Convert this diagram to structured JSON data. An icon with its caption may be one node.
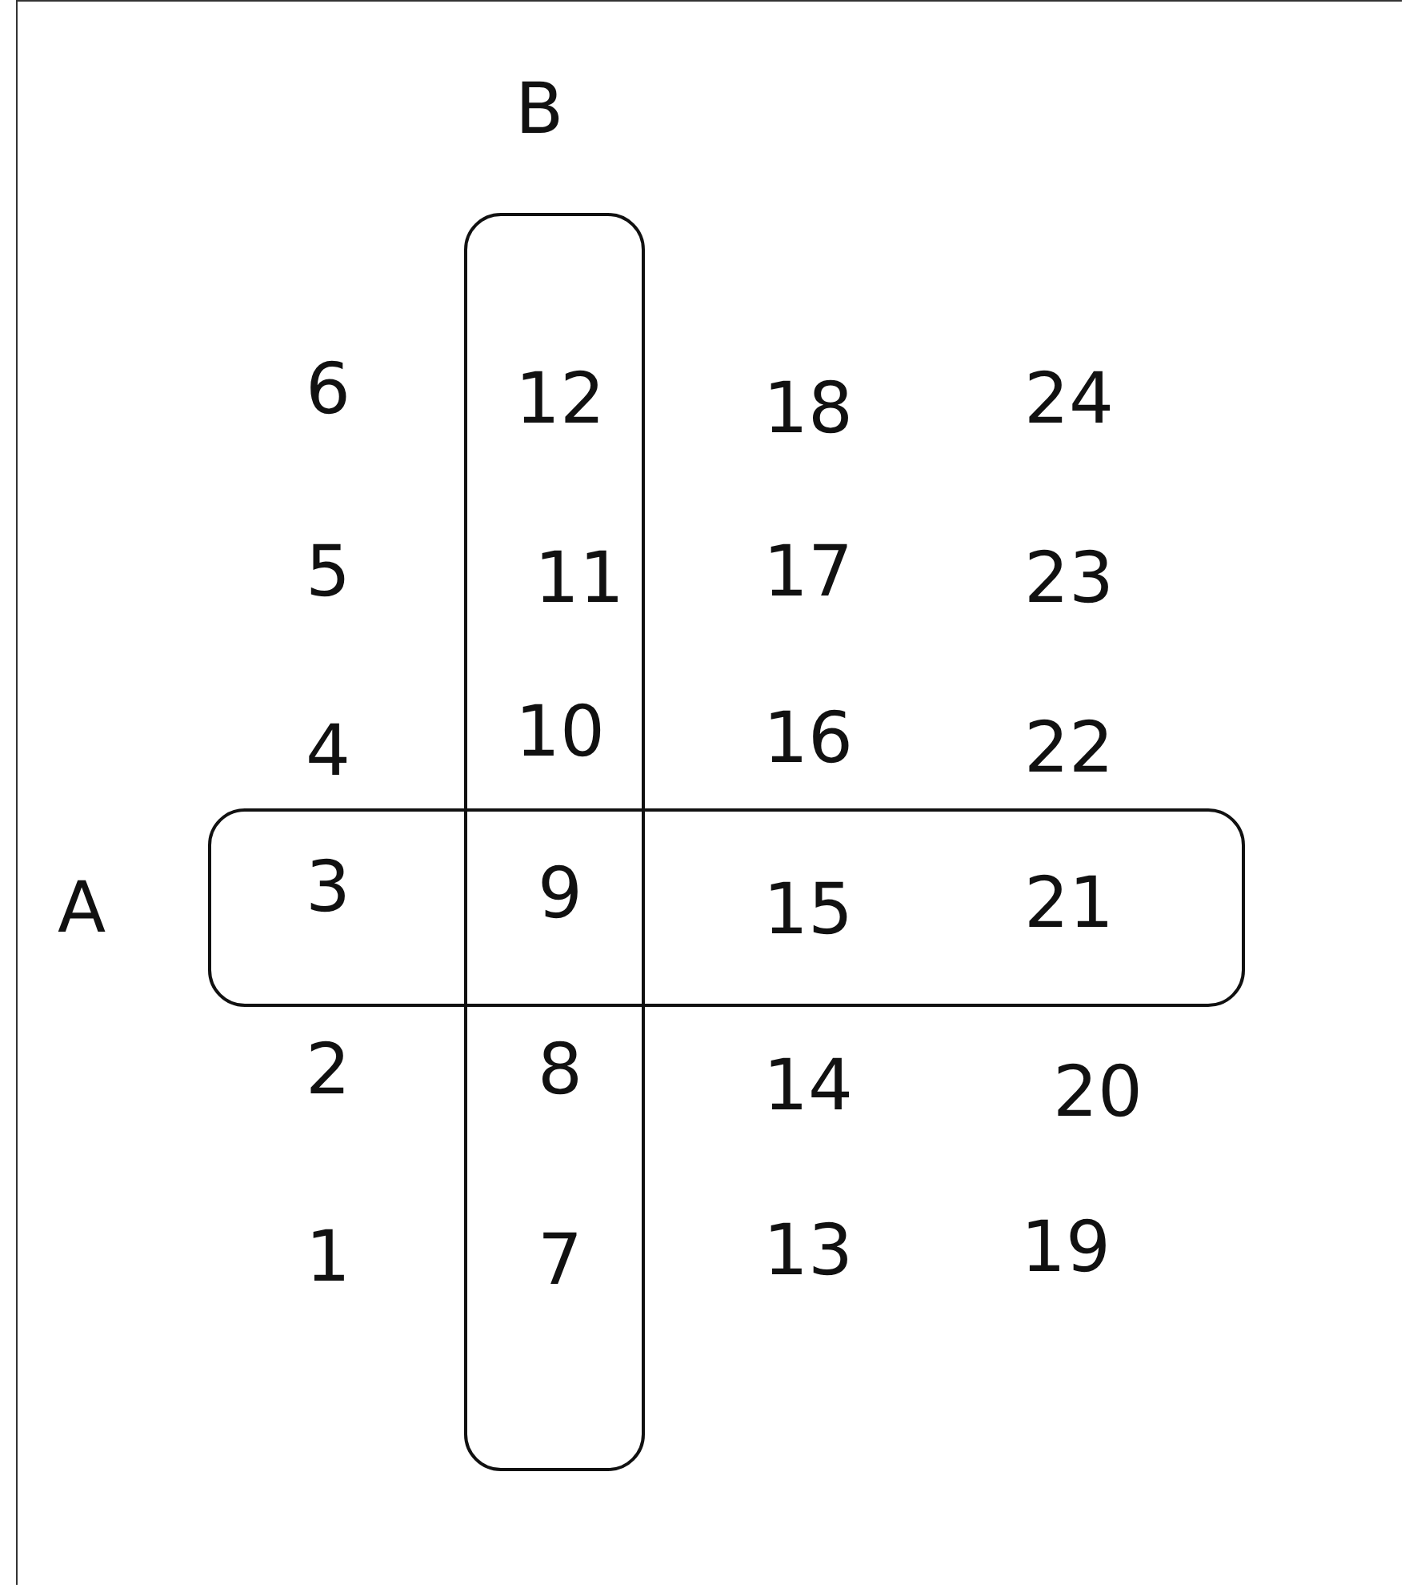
{
  "diagram": {
    "nodes": [
      {
        "text": [
          "A"
        ]
      },
      {
        "text": [
          "B"
        ]
      }
    ],
    "edges": [],
    "labels": [
      "6",
      "12",
      "18",
      "24",
      "5",
      "11",
      "17",
      "23",
      "4",
      "10",
      "16",
      "22",
      "3",
      "9",
      "15",
      "21",
      "2",
      "8",
      "14",
      "20",
      "1",
      "7",
      "13",
      "19"
    ]
  }
}
